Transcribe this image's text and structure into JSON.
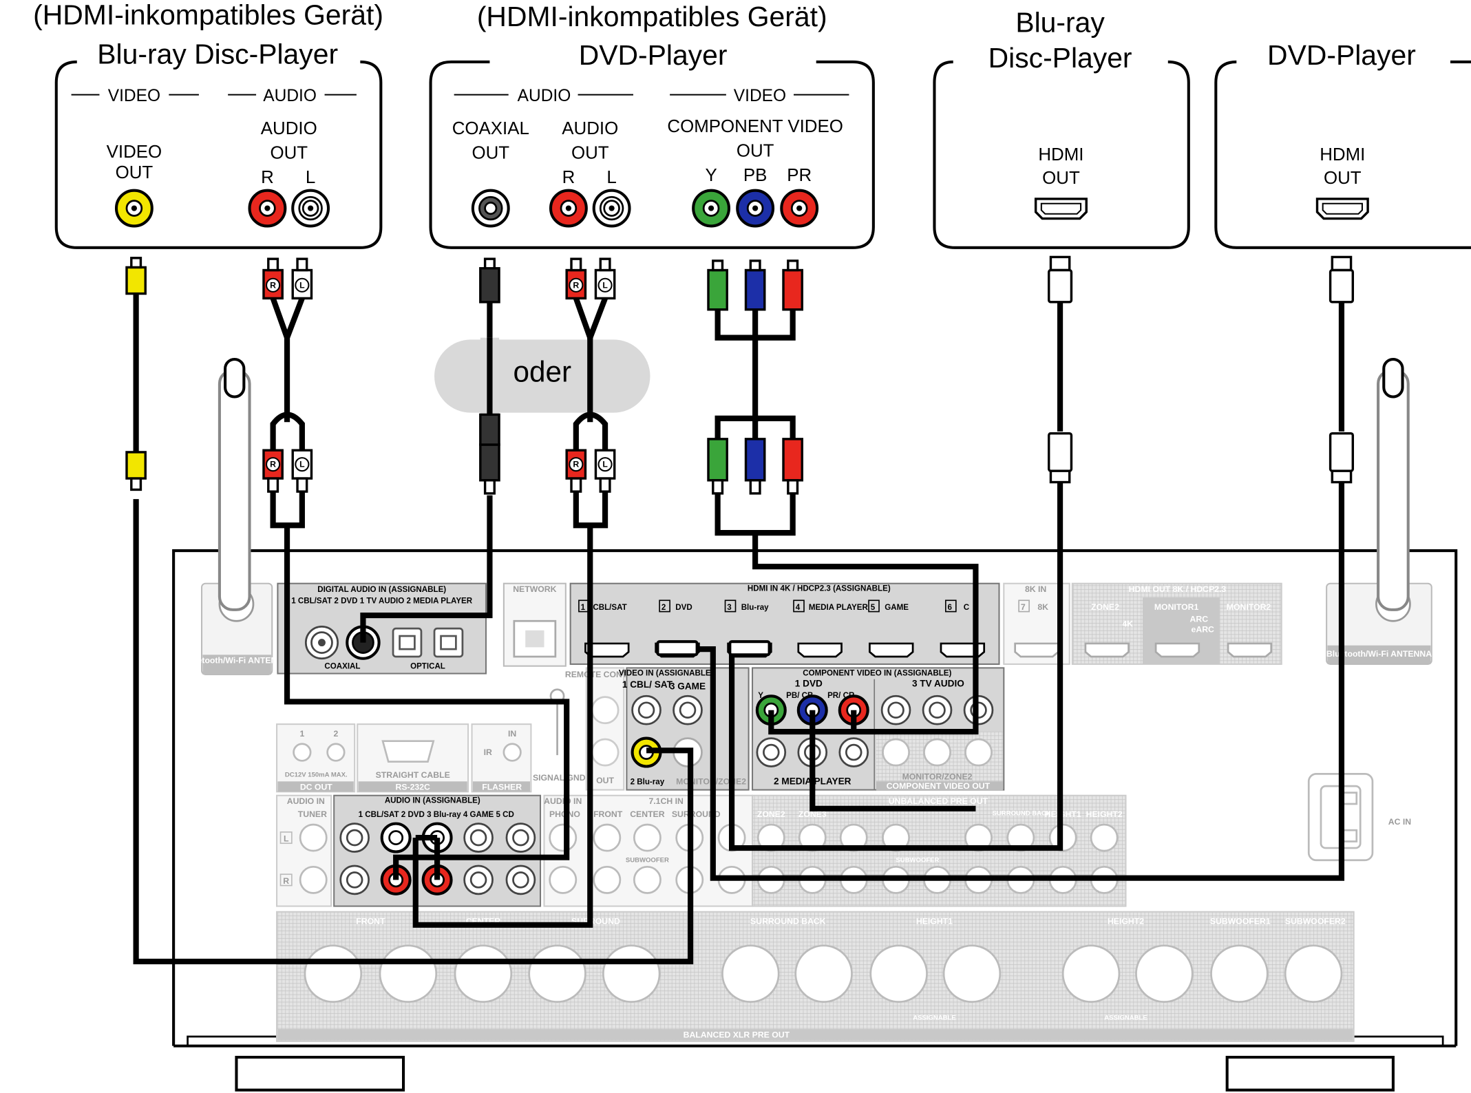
{
  "devices": [
    {
      "title_line1": "(HDMI-inkompatibles Gerät)",
      "title_line2": "Blu-ray Disc-Player",
      "group_video": "VIDEO",
      "group_audio": "AUDIO",
      "video_out_line1": "VIDEO",
      "video_out_line2": "OUT",
      "audio_out_line1": "AUDIO",
      "audio_out_line2": "OUT",
      "right_label": "R",
      "left_label": "L"
    },
    {
      "title_line1": "(HDMI-inkompatibles Gerät)",
      "title_line2": "DVD-Player",
      "group_audio": "AUDIO",
      "group_video": "VIDEO",
      "coaxial_line1": "COAXIAL",
      "coaxial_line2": "OUT",
      "audio_out_line1": "AUDIO",
      "audio_out_line2": "OUT",
      "right_label": "R",
      "left_label": "L",
      "component_line1": "COMPONENT VIDEO",
      "component_line2": "OUT",
      "y_label": "Y",
      "pb_label": "PB",
      "pr_label": "PR"
    },
    {
      "title_line1": "Blu-ray",
      "title_line2": "Disc-Player",
      "hdmi_line1": "HDMI",
      "hdmi_line2": "OUT"
    },
    {
      "title_line1": "DVD-Player",
      "hdmi_line1": "HDMI",
      "hdmi_line2": "OUT"
    }
  ],
  "connector_marks": {
    "right": "R",
    "left": "L"
  },
  "oder": "oder",
  "receiver": {
    "digital_audio_in": "DIGITAL AUDIO IN (ASSIGNABLE)",
    "digital_inputs": "1 CBL/SAT  2 DVD   1 TV AUDIO  2 MEDIA PLAYER",
    "coaxial": "COAXIAL",
    "optical": "OPTICAL",
    "network": "NETWORK",
    "hdmi_in": "HDMI IN   4K / HDCP2.3  (ASSIGNABLE)",
    "hdmi_inputs": [
      {
        "num": "1",
        "name": "CBL/SAT"
      },
      {
        "num": "2",
        "name": "DVD"
      },
      {
        "num": "3",
        "name": "Blu-ray"
      },
      {
        "num": "4",
        "name": "MEDIA PLAYER"
      },
      {
        "num": "5",
        "name": "GAME"
      },
      {
        "num": "6",
        "name": "C"
      }
    ],
    "hdmi_8k_in": "8K IN",
    "hdmi_7": "7",
    "hdmi_8k": "8K",
    "hdmi_out": "HDMI OUT   8K / HDCP2.3",
    "zone2": "ZONE2",
    "zone2_4k": "4K",
    "monitor1": "MONITOR1",
    "arc": "ARC",
    "earc": "eARC",
    "monitor2": "MONITOR2",
    "bt_antenna_left": "Bluetooth/Wi-Fi ANTENNA",
    "bt_antenna_right": "Bluetooth/Wi-Fi ANTENNA",
    "video_in": "VIDEO IN (ASSIGNABLE)",
    "video_in_1": "1  CBL/ SAT",
    "video_in_3": "3 GAME",
    "video_in_2": "2 Blu-ray",
    "component_in": "COMPONENT VIDEO IN (ASSIGNABLE)",
    "component_1": "1  DVD",
    "component_3": "3  TV AUDIO",
    "component_2": "2  MEDIA PLAYER",
    "comp_y": "Y",
    "comp_pb": "PB/ CB",
    "comp_pr": "PR/ CR",
    "monitor_zone2": "MONITOR/ZONE2",
    "component_out": "COMPONENT VIDEO OUT",
    "dc_out": "DC OUT",
    "dc_spec": "DC12V 150mA MAX.",
    "rs232c": "RS-232C",
    "straight_cable": "STRAIGHT CABLE",
    "flasher": "FLASHER",
    "ir": "IR",
    "in_label": "IN",
    "audio_in": "AUDIO IN (ASSIGNABLE)",
    "audio_in_inputs": "1 CBL/SAT 2 DVD  3 Blu-ray  4 GAME    5 CD",
    "audio_in_tuner": "AUDIO IN",
    "tuner": "TUNER",
    "phono": "PHONO",
    "front": "FRONT",
    "center": "CENTER",
    "surround": "SURROUND",
    "ch71_in": "7.1CH IN",
    "subwoofer": "SUBWOOFER",
    "unbalanced_pre_out": "UNBALANCED PRE OUT",
    "zone2_lbl": "ZONE2",
    "zone3_lbl": "ZONE3",
    "surround_back": "SURROUND BACK",
    "height1": "HEIGHT1",
    "height2": "HEIGHT2",
    "balanced_xlr": "BALANCED XLR PRE OUT",
    "xlr_front": "FRONT",
    "xlr_center": "CENTER",
    "xlr_surround": "SURROUND",
    "xlr_surround_back": "SURROUND BACK",
    "xlr_height1": "HEIGHT1",
    "xlr_height2": "HEIGHT2",
    "xlr_sub1": "SUBWOOFER1",
    "xlr_sub2": "SUBWOOFER2",
    "assignable": "ASSIGNABLE",
    "ac_in": "AC IN",
    "remote_control": "REMOTE CONTROL",
    "signal_gnd": "SIGNAL GND",
    "out_label": "OUT"
  },
  "colors": {
    "yellow": "#f2e600",
    "red": "#e8271e",
    "white": "#ffffff",
    "green": "#3aa53a",
    "blue": "#1c2fa8",
    "black": "#000000",
    "panel_gray": "#d8d8d8",
    "oder_bubble": "#d9d9d9"
  }
}
